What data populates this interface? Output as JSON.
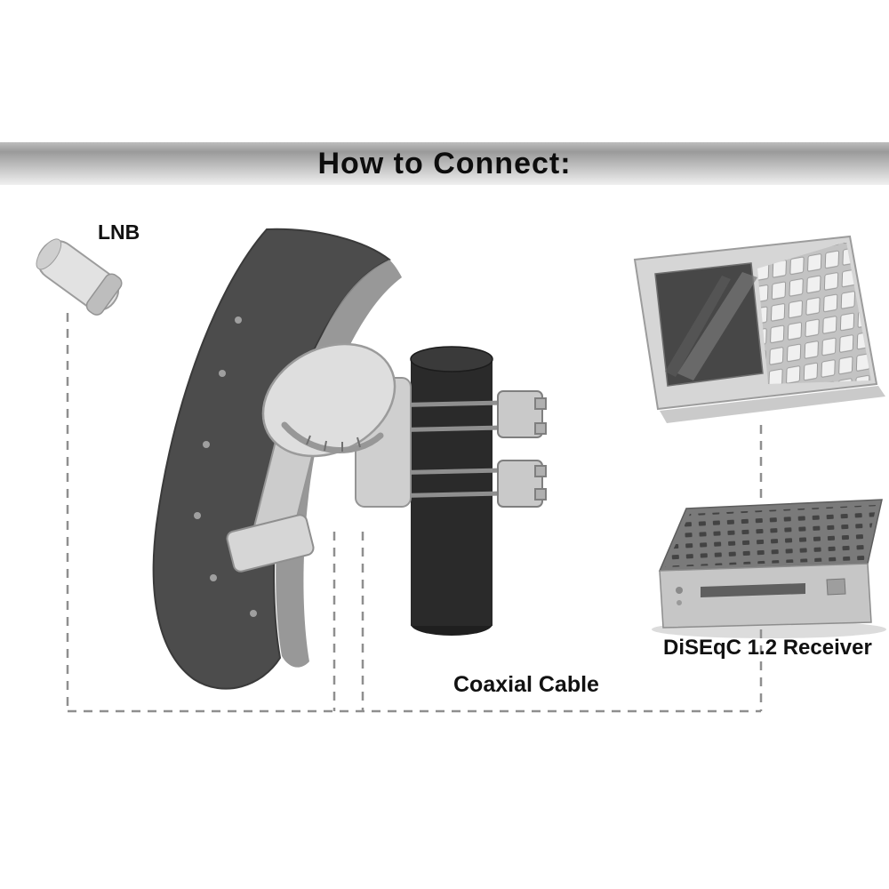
{
  "title": "How to Connect:",
  "labels": {
    "lnb": "LNB",
    "coaxial": "Coaxial Cable",
    "receiver": "DiSEqC 1.2 Receiver"
  },
  "colors": {
    "banner_top": "#9a9a9a",
    "banner_bottom": "#f0f0f0",
    "dish_dark": "#4c4c4c",
    "dish_rim": "#8d8d8d",
    "dish_dot": "#9f9f9f",
    "pole": "#2a2a2a",
    "pole_top": "#3a3a3a",
    "mount": "#dedede",
    "mount_block": "#cfcfcf",
    "clamp": "#c9c9c9",
    "laptop_body": "#d6d6d6",
    "screen": "#474747",
    "screen_streak": "#777777",
    "keyboard_base": "#c3c3c3",
    "key_face": "#f0f0f0",
    "receiver_top": "#7a7a7a",
    "receiver_front": "#c6c6c6",
    "receiver_slot": "#5f5f5f",
    "dashed": "#8f8f8f",
    "shadow": "#bdbdbd",
    "text": "#111111"
  },
  "diagram": {
    "parts": [
      "lnb-device",
      "satellite-dish",
      "motor-mount",
      "pole",
      "pole-clamps",
      "laptop",
      "diseqc-receiver",
      "coaxial-cable-dashed-path"
    ]
  }
}
